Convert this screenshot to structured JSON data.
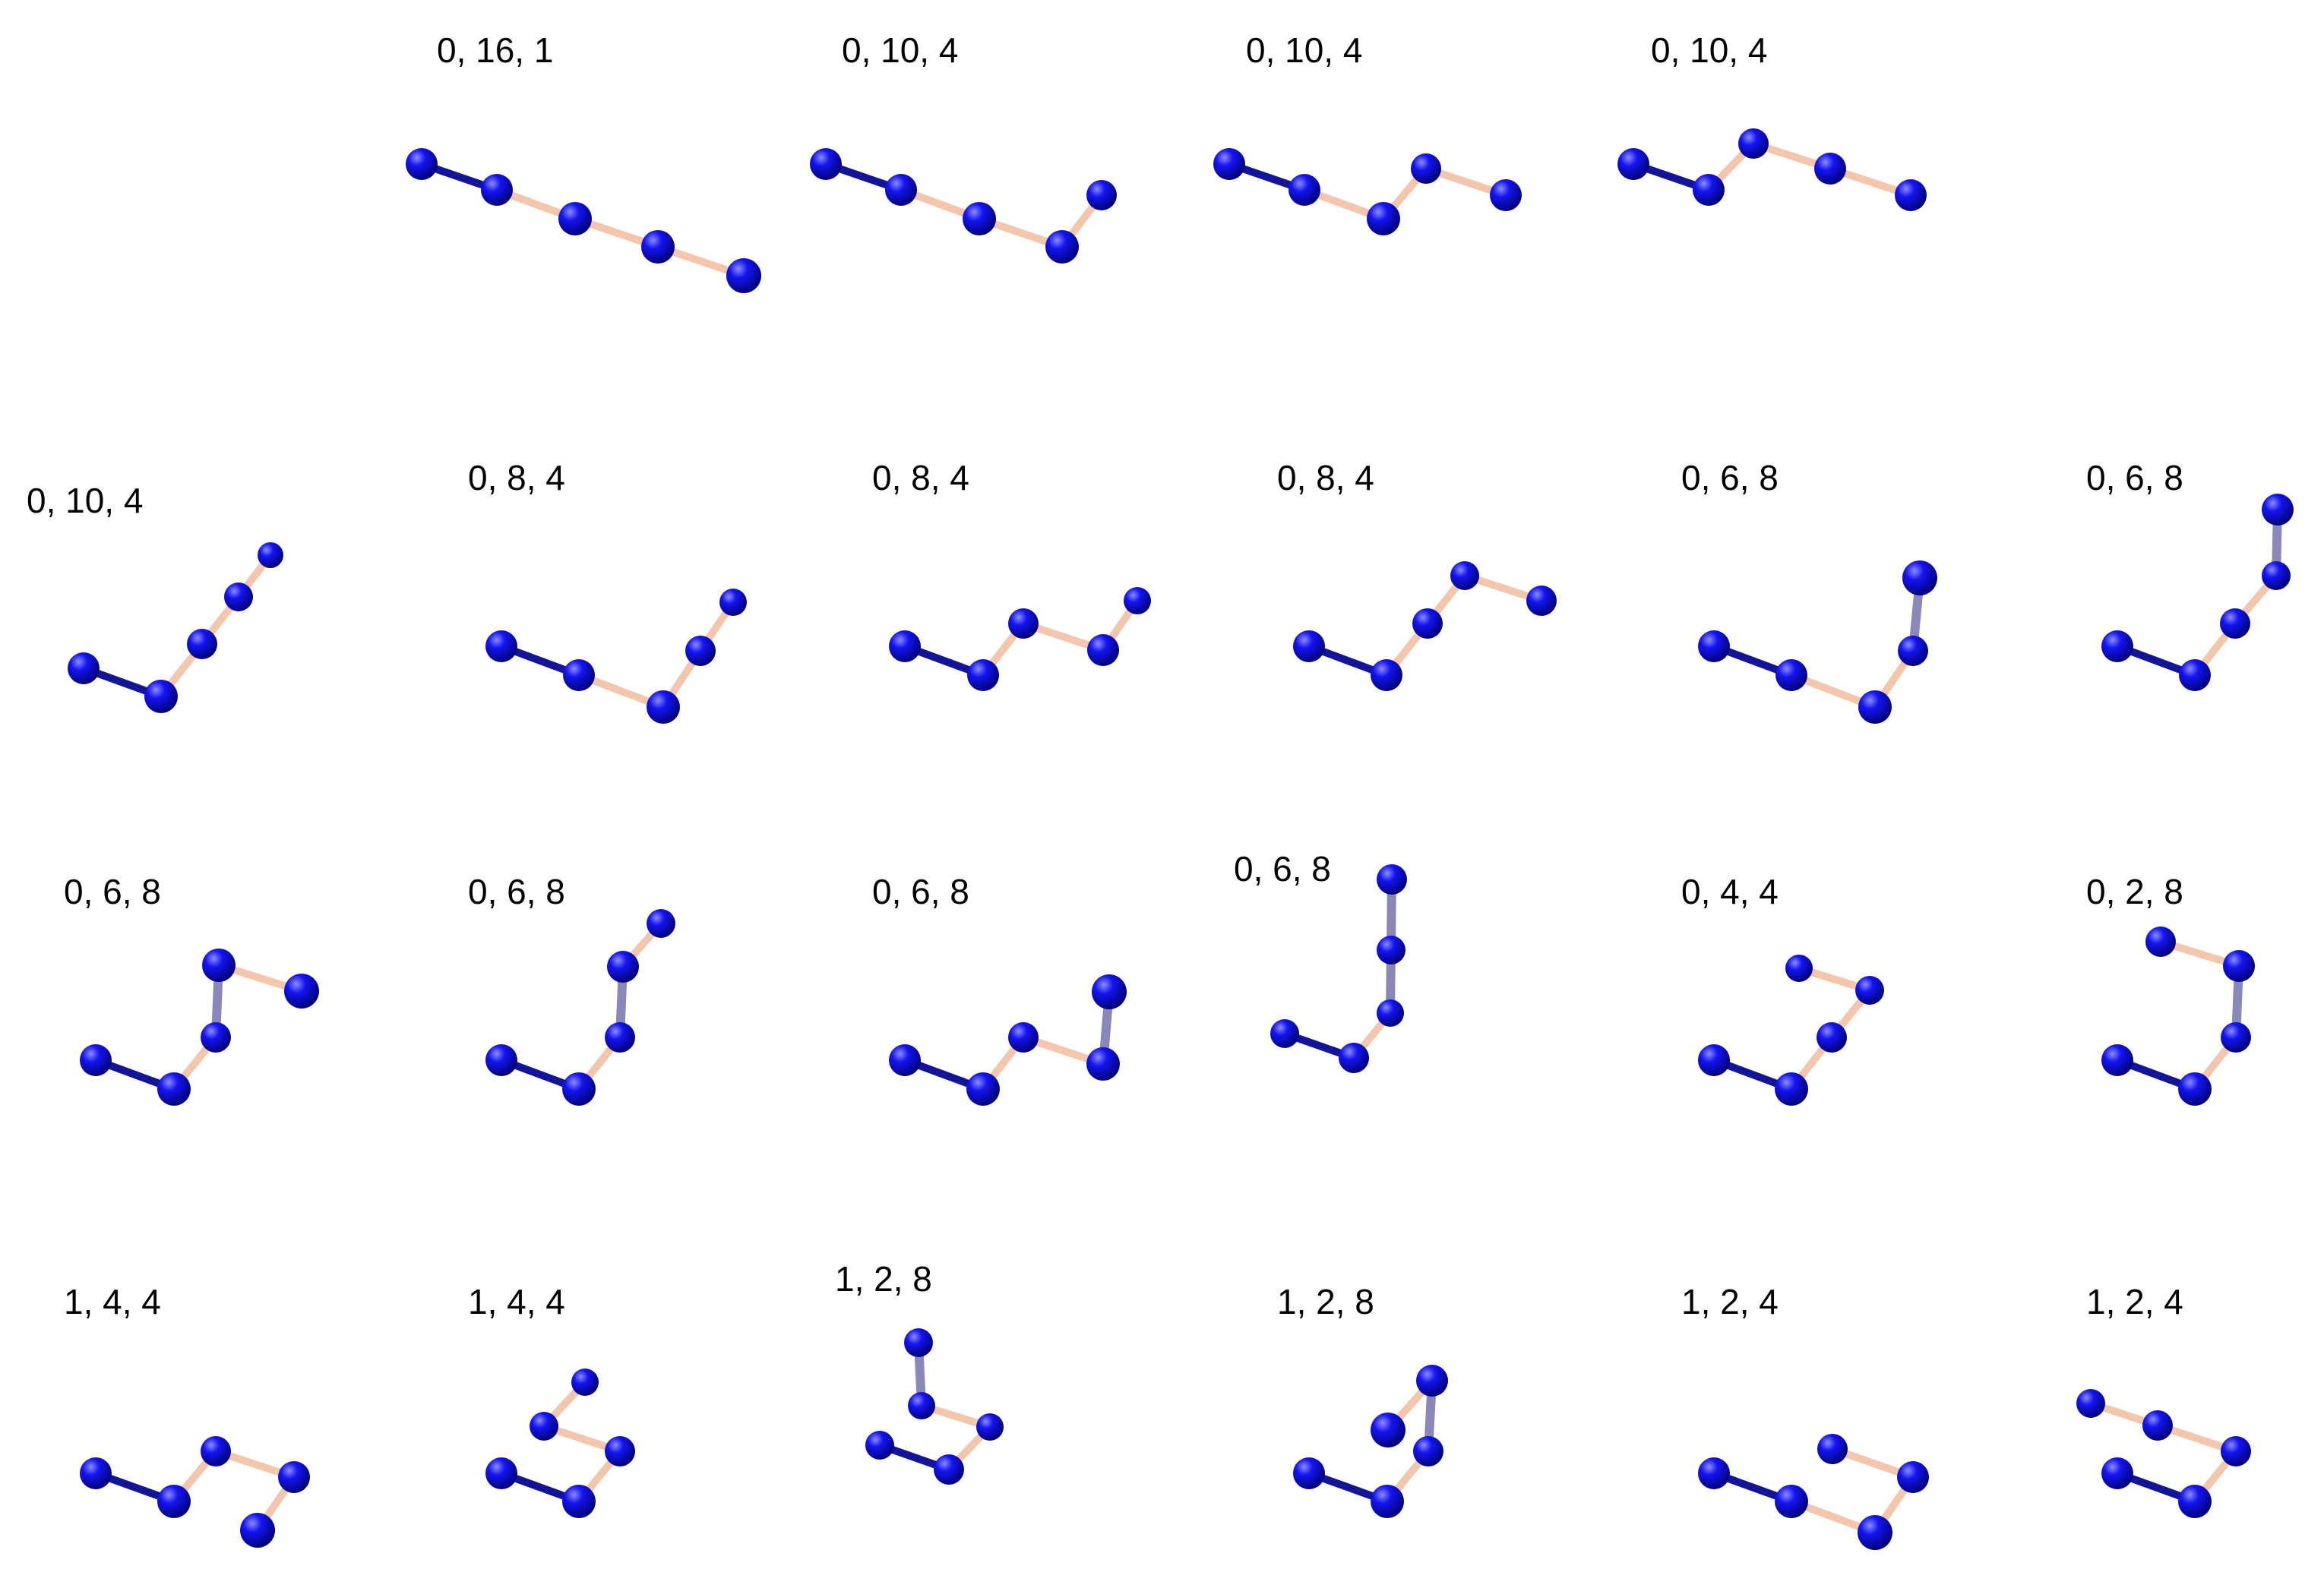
{
  "colors": {
    "atom": "#0a0ae6",
    "atom_highlight": "#7f7fff",
    "atom_shadow": "#000078",
    "bond_dark": "#141496",
    "bond_light": "#f3c6ae",
    "bond_light_inner": "#c8c8e6",
    "label": "#000000"
  },
  "panels": [
    {
      "label": "0, 16, 1"
    },
    {
      "label": "0, 10, 4"
    },
    {
      "label": "0, 10, 4"
    },
    {
      "label": "0, 10, 4"
    },
    {
      "label": "0, 10, 4"
    },
    {
      "label": "0, 8, 4"
    },
    {
      "label": "0, 8, 4"
    },
    {
      "label": "0, 8, 4"
    },
    {
      "label": "0, 6, 8"
    },
    {
      "label": "0, 6, 8"
    },
    {
      "label": "0, 6, 8"
    },
    {
      "label": "0, 6, 8"
    },
    {
      "label": "0, 6, 8"
    },
    {
      "label": "0, 6, 8"
    },
    {
      "label": "0, 4, 4"
    },
    {
      "label": "0, 2, 8"
    },
    {
      "label": "1, 4, 4"
    },
    {
      "label": "1, 4, 4"
    },
    {
      "label": "1, 2, 8"
    },
    {
      "label": "1, 2, 8"
    },
    {
      "label": "1, 2, 4"
    },
    {
      "label": "1, 2, 4"
    }
  ]
}
